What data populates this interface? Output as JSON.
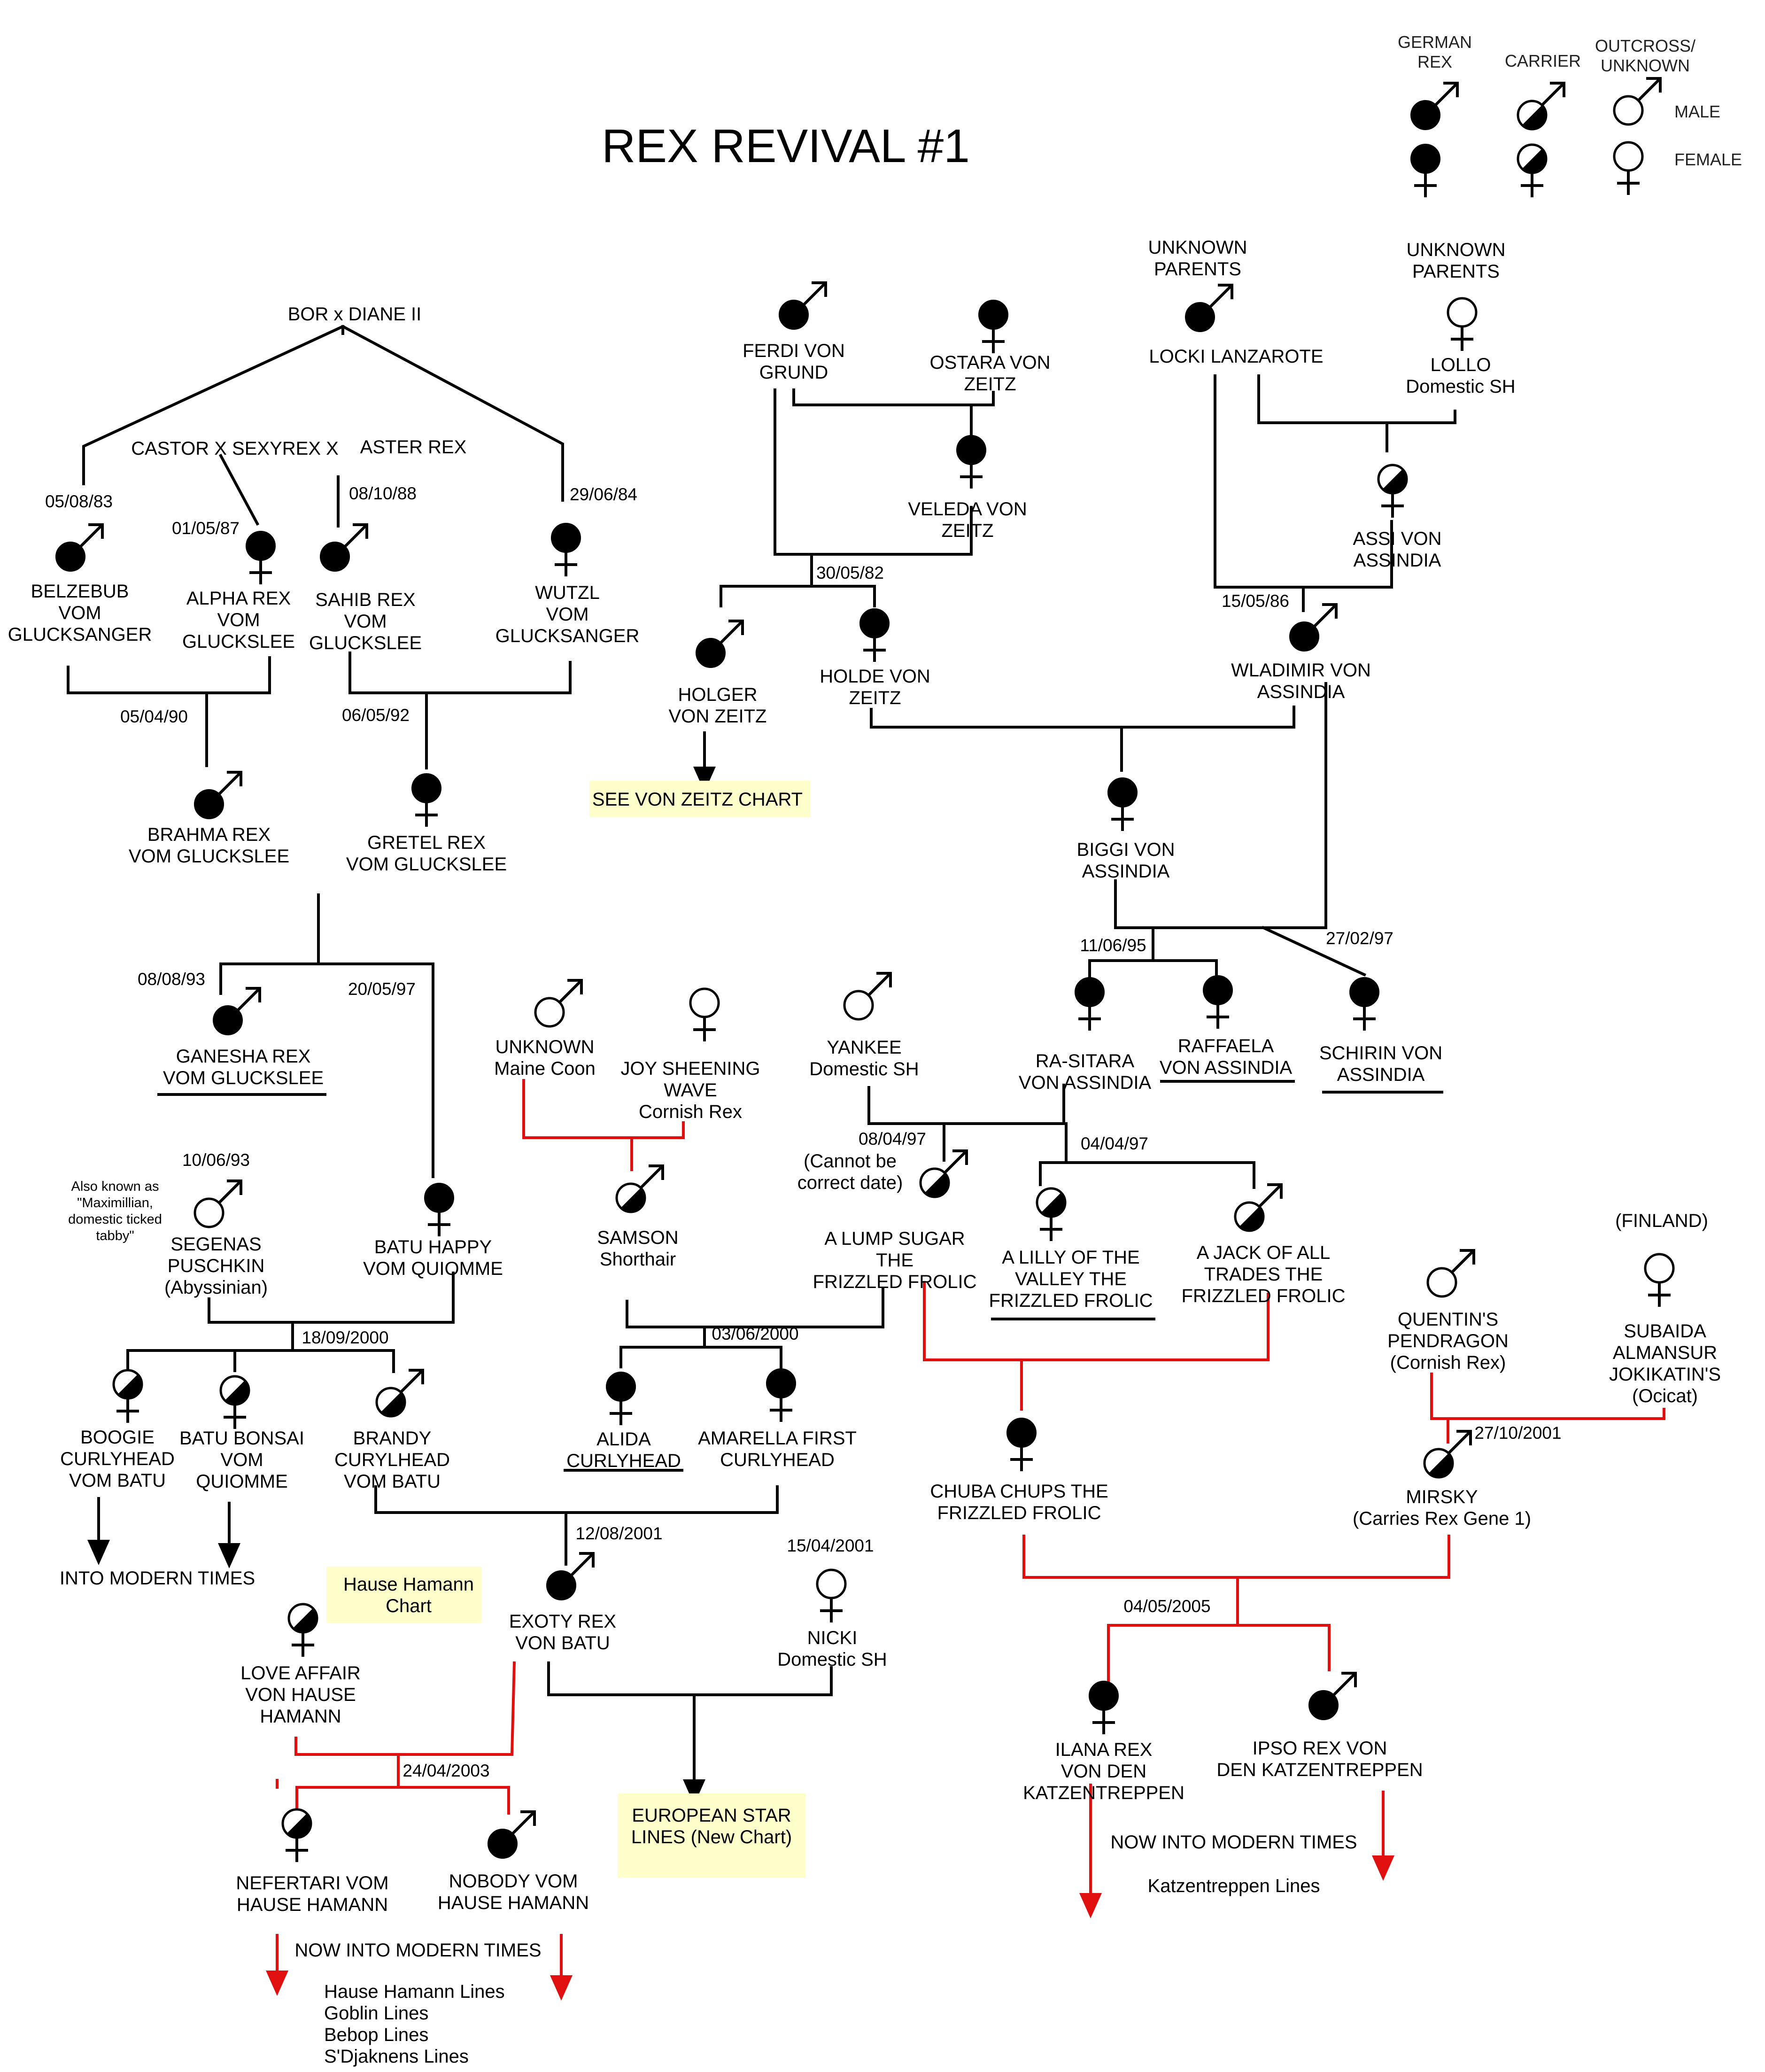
{
  "title": "REX REVIVAL #1",
  "legend": {
    "columns": [
      [
        "GERMAN",
        "REX"
      ],
      [
        "CARRIER"
      ],
      [
        "OUTCROSS/",
        "UNKNOWN"
      ]
    ],
    "rows": [
      "MALE",
      "FEMALE"
    ]
  },
  "colors": {
    "line": "#000000",
    "red": "#e01010",
    "highlight": "#ffffcc"
  },
  "headers": {
    "bor_diane": "BOR x DIANE II",
    "castor_sexyrex": "CASTOR X SEXYREX X",
    "aster_rex": "ASTER REX",
    "unknown_parents": [
      "UNKNOWN",
      "PARENTS"
    ],
    "finland": "(FINLAND)"
  },
  "dates": {
    "d050883": "05/08/83",
    "d010587": "01/05/87",
    "d081088": "08/10/88",
    "d290684": "29/06/84",
    "d050490": "05/04/90",
    "d060592": "06/05/92",
    "d300582": "30/05/82",
    "d150586": "15/05/86",
    "d080893": "08/08/93",
    "d200597": "20/05/97",
    "d110695": "11/06/95",
    "d270297": "27/02/97",
    "d100693": "10/06/93",
    "d080497": "08/04/97",
    "d040497": "04/04/97",
    "d180900": "18/09/2000",
    "d030600": "03/06/2000",
    "d271001": "27/10/2001",
    "d120801": "12/08/2001",
    "d150401": "15/04/2001",
    "d040505": "04/05/2005",
    "d240403": "24/04/2003"
  },
  "cats": {
    "belzebub": [
      "BELZEBUB",
      "VOM",
      "GLUCKSANGER"
    ],
    "alpha": [
      "ALPHA REX",
      "VOM",
      "GLUCKSLEE"
    ],
    "sahib": [
      "SAHIB REX",
      "VOM",
      "GLUCKSLEE"
    ],
    "wutzl": [
      "WUTZL",
      "VOM",
      "GLUCKSANGER"
    ],
    "ferdi": [
      "FERDI VON",
      "GRUND"
    ],
    "ostara": [
      "OSTARA VON",
      "ZEITZ"
    ],
    "veleda": [
      "VELEDA VON",
      "ZEITZ"
    ],
    "locki": [
      "LOCKI LANZAROTE"
    ],
    "lollo": [
      "LOLLO",
      "Domestic SH"
    ],
    "assi": [
      "ASSI VON",
      "ASSINDIA"
    ],
    "holger": [
      "HOLGER",
      "VON ZEITZ"
    ],
    "holde": [
      "HOLDE VON",
      "ZEITZ"
    ],
    "wladimir": [
      "WLADIMIR VON",
      "ASSINDIA"
    ],
    "brahma": [
      "BRAHMA REX",
      "VOM GLUCKSLEE"
    ],
    "gretel": [
      "GRETEL REX",
      "VOM GLUCKSLEE"
    ],
    "biggi": [
      "BIGGI VON",
      "ASSINDIA"
    ],
    "ganesha": [
      "GANESHA REX",
      "VOM GLUCKSLEE"
    ],
    "unknown_mc": [
      "UNKNOWN",
      "Maine Coon"
    ],
    "joy": [
      "JOY SHEENING",
      "WAVE",
      "Cornish Rex"
    ],
    "yankee": [
      "YANKEE",
      "Domestic SH"
    ],
    "rasitara": [
      "RA-SITARA",
      "VON ASSINDIA"
    ],
    "raffaela": [
      "RAFFAELA",
      "VON ASSINDIA"
    ],
    "schirin": [
      "SCHIRIN VON",
      "ASSINDIA"
    ],
    "segenas": [
      "SEGENAS",
      "PUSCHKIN",
      "(Abyssinian)"
    ],
    "segenas_note": [
      "Also known as",
      "\"Maximillian,",
      "domestic ticked",
      "tabby\""
    ],
    "batu_happy": [
      "BATU HAPPY",
      "VOM QUIOMME"
    ],
    "samson": [
      "SAMSON",
      "Shorthair"
    ],
    "lump": [
      "A LUMP SUGAR",
      "THE",
      "FRIZZLED FROLIC"
    ],
    "lump_note": [
      "(Cannot be",
      "correct date)"
    ],
    "lilly": [
      "A LILLY OF THE",
      "VALLEY THE",
      "FRIZZLED FROLIC"
    ],
    "jack": [
      "A JACK OF ALL",
      "TRADES THE",
      "FRIZZLED FROLIC"
    ],
    "quentin": [
      "QUENTIN'S",
      "PENDRAGON",
      "(Cornish Rex)"
    ],
    "subaida": [
      "SUBAIDA",
      "ALMANSUR",
      "JOKIKATIN'S",
      "(Ocicat)"
    ],
    "boogie": [
      "BOOGIE",
      "CURLYHEAD",
      "VOM BATU"
    ],
    "bonsai": [
      "BATU BONSAI",
      "VOM",
      "QUIOMME"
    ],
    "brandy": [
      "BRANDY",
      "CURYLHEAD",
      "VOM BATU"
    ],
    "alida": [
      "ALIDA",
      "CURLYHEAD"
    ],
    "amarella": [
      "AMARELLA FIRST",
      "CURLYHEAD"
    ],
    "chuba": [
      "CHUBA CHUPS THE",
      "FRIZZLED FROLIC"
    ],
    "mirsky": [
      "MIRSKY",
      "(Carries Rex Gene 1)"
    ],
    "exoty": [
      "EXOTY REX",
      "VON BATU"
    ],
    "nicki": [
      "NICKI",
      "Domestic SH"
    ],
    "love": [
      "LOVE AFFAIR",
      "VON HAUSE",
      "HAMANN"
    ],
    "ilana": [
      "ILANA REX",
      "VON DEN",
      "KATZENTREPPEN"
    ],
    "ipso": [
      "IPSO REX VON",
      "DEN KATZENTREPPEN"
    ],
    "nefertari": [
      "NEFERTARI VOM",
      "HAUSE HAMANN"
    ],
    "nobody": [
      "NOBODY VOM",
      "HAUSE HAMANN"
    ]
  },
  "boxes": {
    "von_zeitz": [
      "SEE VON ZEITZ CHART"
    ],
    "hause_hamann": [
      "Hause Hamann",
      "Chart"
    ],
    "european": [
      "EUROPEAN STAR",
      "LINES (New Chart)"
    ]
  },
  "notes": {
    "into_modern": "INTO MODERN TIMES",
    "now_modern_left": "NOW INTO MODERN TIMES",
    "hamann_lines": [
      "Hause Hamann Lines",
      "Goblin Lines",
      "Bebop Lines",
      "S'Djaknens Lines"
    ],
    "now_modern_right": "NOW INTO MODERN TIMES",
    "katz_lines": "Katzentreppen Lines"
  }
}
